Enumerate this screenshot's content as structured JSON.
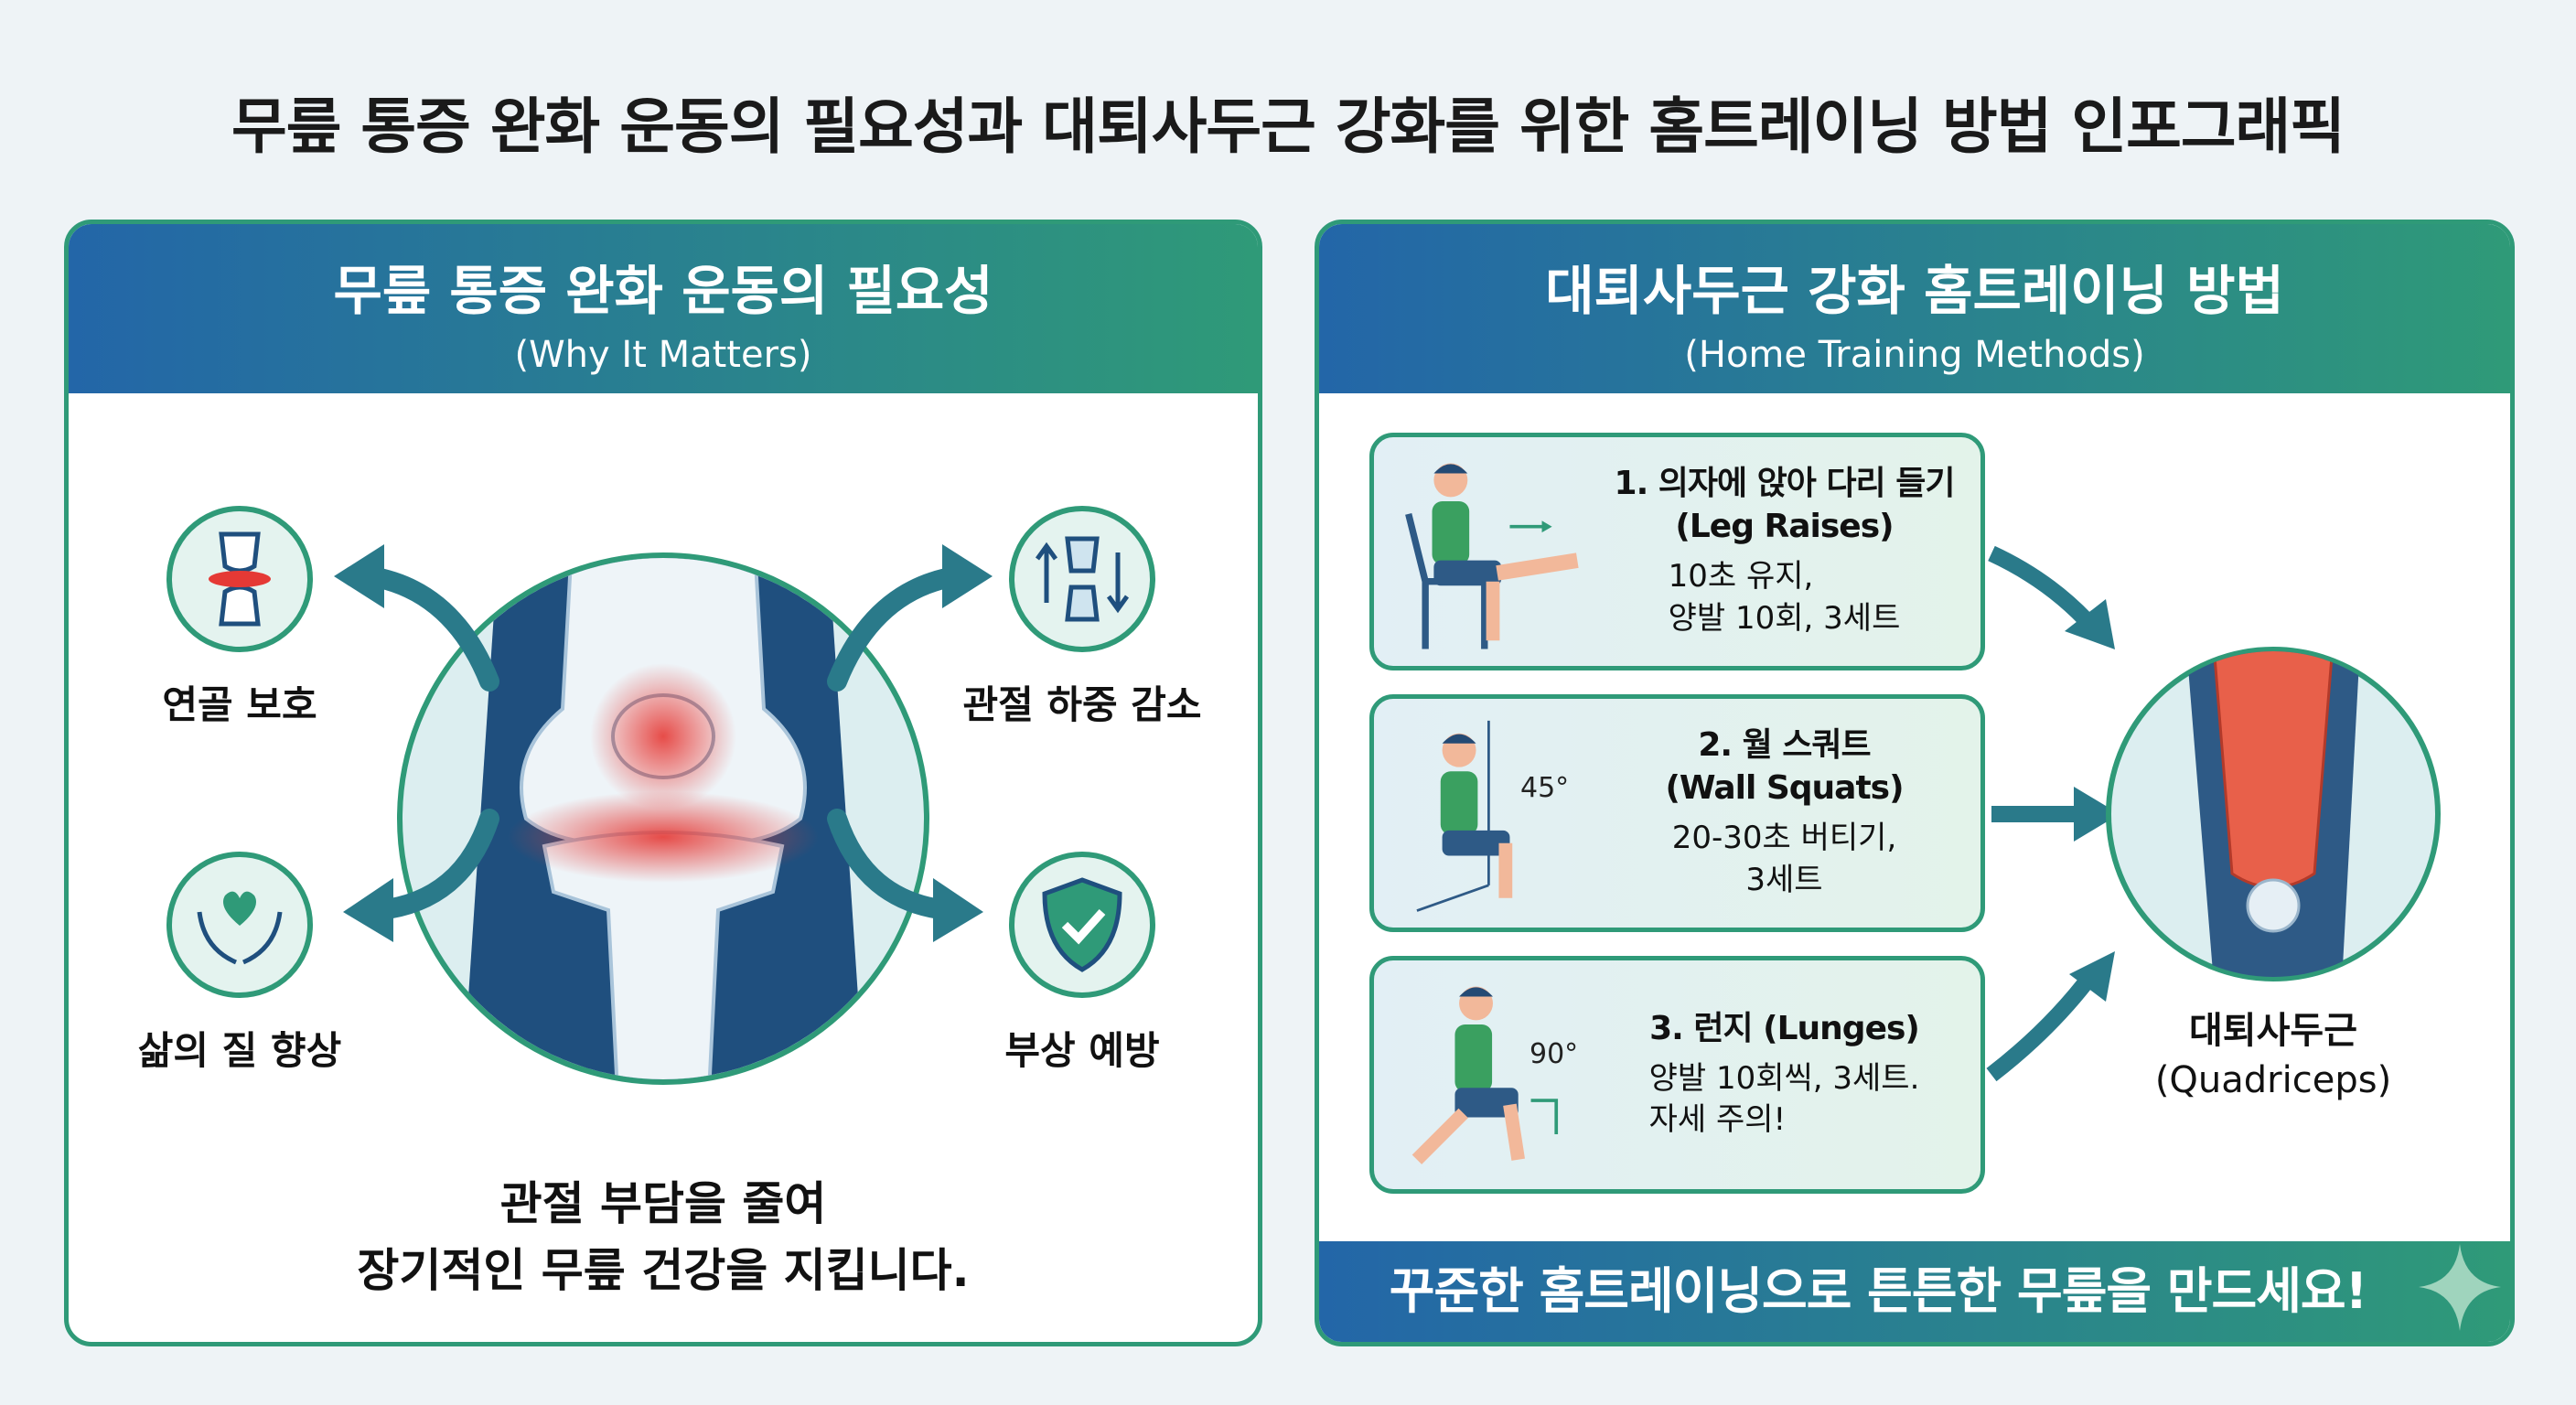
{
  "title": "무릎 통증 완화 운동의 필요성과 대퇴사두근 강화를 위한 홈트레이닝 방법 인포그래픽",
  "left": {
    "heading": "무릎 통증 완화 운동의 필요성",
    "subheading": "(Why It Matters)",
    "benefits": [
      {
        "label": "연골 보호",
        "icon": "cartilage-joint-icon"
      },
      {
        "label": "관절 하중 감소",
        "icon": "joint-load-arrows-icon"
      },
      {
        "label": "삶의 질 향상",
        "icon": "heart-hands-icon"
      },
      {
        "label": "부상 예방",
        "icon": "shield-check-icon"
      }
    ],
    "summary_line1": "관절 부담을 줄여",
    "summary_line2": "장기적인 무릎 건강을 지킵니다."
  },
  "right": {
    "heading": "대퇴사두근 강화 홈트레이닝 방법",
    "subheading": "(Home Training Methods)",
    "exercises": [
      {
        "title": "1. 의자에 앉아 다리 들기",
        "title_en": "(Leg Raises)",
        "desc1": "10초 유지,",
        "desc2": "양발 10회, 3세트"
      },
      {
        "title": "2. 월 스쿼트",
        "title_en": "(Wall Squats)",
        "desc1": "20-30초 버티기,",
        "desc2": "3세트",
        "angle": "45°"
      },
      {
        "title": "3. 런지 (Lunges)",
        "title_en": "",
        "desc1": "양발 10회씩, 3세트.",
        "desc2": "자세 주의!",
        "angle": "90°"
      }
    ],
    "muscle_label": "대퇴사두근",
    "muscle_label_en": "(Quadriceps)",
    "footer": "꾸준한 홈트레이닝으로 튼튼한 무릎을 만드세요!"
  },
  "colors": {
    "blue": "#2366a8",
    "green": "#2f9a78",
    "inflammation": "#e53935"
  }
}
